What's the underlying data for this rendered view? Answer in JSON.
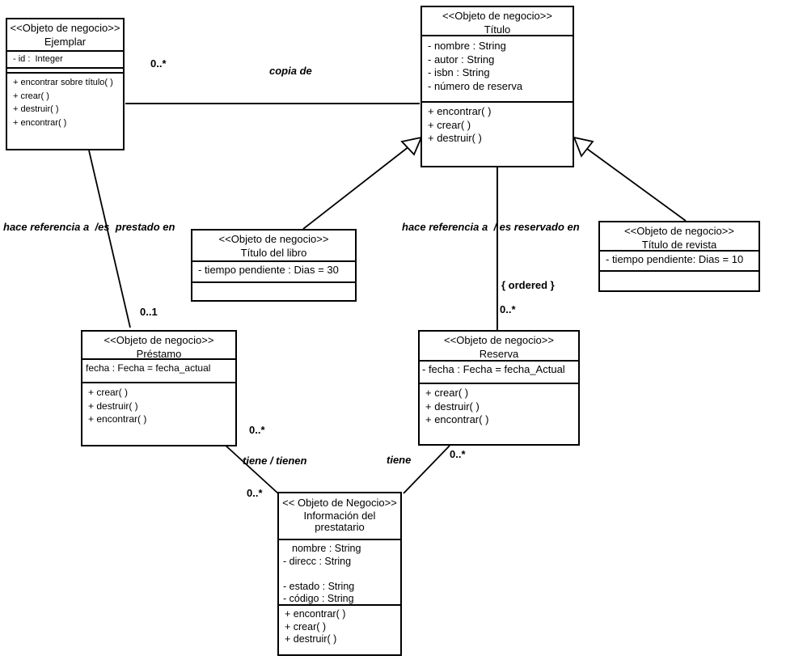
{
  "diagram": {
    "colors": {
      "line": "#000000",
      "background": "#ffffff"
    },
    "boxes": {
      "ejemplar": {
        "stereotype": "<<Objeto de negocio>>",
        "name": "Ejemplar",
        "attributes": [
          "- id :  Integer"
        ],
        "methods": [
          "+ encontrar sobre título( )",
          "+ crear( )",
          "+ destruir( )",
          "+ encontrar( )"
        ]
      },
      "titulo": {
        "stereotype": "<<Objeto de negocio>>",
        "name": "Título",
        "attributes": [
          "- nombre : String",
          "- autor : String",
          "- isbn : String",
          "- número de reserva"
        ],
        "methods": [
          "+ encontrar( )",
          "+ crear( )",
          "+ destruir( )"
        ]
      },
      "titulo_libro": {
        "stereotype": "<<Objeto de negocio>>",
        "name": "Título del libro",
        "attributes": [
          "- tiempo pendiente : Dias = 30"
        ],
        "methods": []
      },
      "titulo_revista": {
        "stereotype": "<<Objeto de negocio>>",
        "name": "Título de revista",
        "attributes": [
          "- tiempo pendiente: Dias = 10"
        ],
        "methods": []
      },
      "prestamo": {
        "stereotype": "<<Objeto de negocio>>",
        "name": "Préstamo",
        "attributes": [
          "fecha : Fecha = fecha_actual"
        ],
        "methods": [
          "+ crear( )",
          "+ destruir( )",
          "+ encontrar( )"
        ]
      },
      "reserva": {
        "stereotype": "<<Objeto de negocio>>",
        "name": "Reserva",
        "attributes": [
          "- fecha : Fecha = fecha_Actual"
        ],
        "methods": [
          "+ crear( )",
          "+ destruir( )",
          "+ encontrar( )"
        ]
      },
      "informacion": {
        "stereotype": "<< Objeto de Negocio>>",
        "name": "Información del\nprestatario",
        "attributes": [
          "nombre : String",
          "- direcc : String",
          "",
          "- estado : String",
          "- código : String"
        ],
        "methods": [
          "+ encontrar( )",
          "+ crear( )",
          "+ destruir( )"
        ]
      }
    },
    "labels": {
      "copia_de": "copia de",
      "mult_copia": "0..*",
      "hace_prestado": "hace referencia a  /es  prestado en",
      "mult_01": "0..1",
      "hace_reservado": "hace referencia a  / es reservado en",
      "ordered": "{ ordered }",
      "mult_reserva_top": "0..*",
      "mult_prestamo_bottom": "0..*",
      "tiene_tienen": "tiene / tienen",
      "mult_info_left": "0..*",
      "tiene": "tiene",
      "mult_reserva_bottom": "0..*"
    }
  }
}
